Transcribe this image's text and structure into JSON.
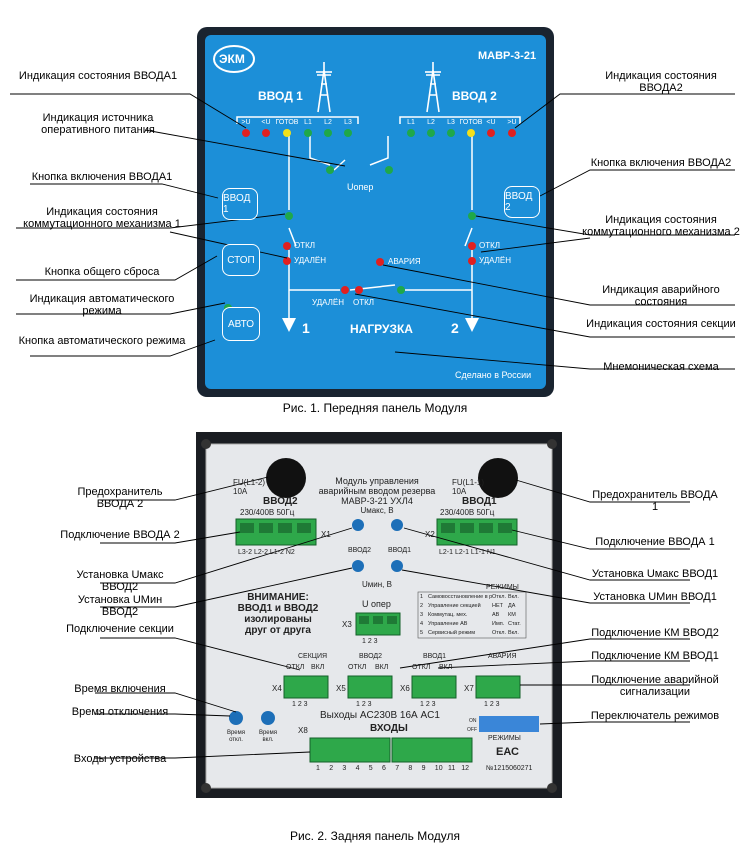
{
  "figure1": {
    "caption": "Рис. 1. Передняя панель Модуля",
    "panel": {
      "logo": "ЭКМ",
      "model": "МАВР-3-21",
      "input1": "ВВОД 1",
      "input2": "ВВОД 2",
      "leds_left": [
        ">U",
        "<U",
        "ГОТОВ",
        "L1",
        "L2",
        "L3"
      ],
      "leds_right": [
        "L1",
        "L2",
        "L3",
        "ГОТОВ",
        "<U",
        ">U"
      ],
      "uoper": "Uопер",
      "btn_input1": "ВВОД 1",
      "btn_input2": "ВВОД 2",
      "btn_stop": "СТОП",
      "btn_auto": "АВТО",
      "off": "ОТКЛ",
      "removed": "УДАЛЁН",
      "alarm": "АВАРИЯ",
      "bus_removed": "УДАЛЁН",
      "bus_off": "ОТКЛ",
      "num1": "1",
      "num2": "2",
      "load": "НАГРУЗКА",
      "made": "Сделано в России"
    },
    "labels_left": [
      "Индикация состояния ВВОДА1",
      "Индикация источника оперативного питания",
      "Кнопка включения ВВОДА1",
      "Индикация состояния коммутационного механизма 1",
      "Кнопка общего сброса",
      "Индикация автоматического режима",
      "Кнопка автоматического режима"
    ],
    "labels_right": [
      "Индикация состояния ВВОДА2",
      "Кнопка включения ВВОДА2",
      "Индикация состояния коммутационного механизма 2",
      "Индикация аварийного состояния",
      "Индикация состояния секции",
      "Мнемоническая схема"
    ]
  },
  "figure2": {
    "caption": "Рис. 2. Задняя панель Модуля",
    "labels_left": [
      "Предохранитель ВВОДА 2",
      "Подключение ВВОДА 2",
      "Установка Uмакс ВВОД2",
      "Установка UМин ВВОД2",
      "Подключение секции",
      "Время включения",
      "Время отключения",
      "Входы устройства"
    ],
    "labels_right": [
      "Предохранитель ВВОДА 1",
      "Подключение ВВОДА 1",
      "Установка Uмакс ВВОД1",
      "Установка UМин ВВОД1",
      "Подключение КМ ВВОД2",
      "Подключение КМ ВВОД1",
      "Подключение аварийной сигнализации",
      "Переключатель режимов"
    ],
    "panel": {
      "fu2": "FU(L1-2)\n10A",
      "fu1": "FU(L1-1)\n10A",
      "title": "Модуль управления\nаварийным вводом резерва\nМАВР-3-21 УХЛ4",
      "umax": "Uмакс, В",
      "umin": "Uмин, В",
      "input2": "ВВОД2",
      "input1": "ВВОД1",
      "rating": "230/400В 50Гц",
      "x1": "X1",
      "x2": "X2",
      "x1_pins": "L3-2  L2-2  L1-2  N2",
      "x2_pins": "L2-1  L2-1  L1-1  N1",
      "vvod2_small": "ВВОД2",
      "vvod1_small": "ВВОД1",
      "warning": "ВНИМАНИЕ:\nВВОД1 и ВВОД2\nизолированы\nдруг от друга",
      "uoper": "U опер",
      "x3": "X3",
      "x3_pins": "1  2  3",
      "modes_title": "РЕЖИМЫ",
      "modes": [
        {
          "n": "1",
          "t": "Самовосстановление в ручном режиме",
          "a": "Откл.",
          "b": "Вкл."
        },
        {
          "n": "2",
          "t": "Управление секцией",
          "a": "НЕТ",
          "b": "ДА"
        },
        {
          "n": "3",
          "t": "Коммутац. мех.",
          "a": "АВ",
          "b": "КМ"
        },
        {
          "n": "4",
          "t": "Управление АВ",
          "a": "Имп.",
          "b": "Стат."
        },
        {
          "n": "5",
          "t": "Сервисный режим",
          "a": "Откл.",
          "b": "Вкл."
        }
      ],
      "section": "СЕКЦИЯ",
      "alarm": "АВАРИЯ",
      "off": "ОТКЛ",
      "on": "ВКЛ",
      "x4": "X4",
      "x5": "X5",
      "x6": "X6",
      "x7": "X7",
      "x8": "X8",
      "pins123": "1  2  3",
      "outputs": "Выходы  AC230В  16А  AC1",
      "time_off": "Время\nоткл.",
      "time_on": "Время\nвкл.",
      "inputs": "ВХОДЫ",
      "input_pins": [
        "1",
        "2",
        "3",
        "4",
        "5",
        "6",
        "7",
        "8",
        "9",
        "10",
        "11",
        "12"
      ],
      "modes_label": "РЕЖИМЫ",
      "on_short": "ON",
      "off_short": "OFF",
      "eac": "ЕАС",
      "serial": "№1215060271"
    }
  },
  "colors": {
    "panel_blue": "#1c8fd8",
    "panel_dark": "#1a2430",
    "led_red": "#e02020",
    "led_green": "#1fa84a",
    "led_yellow": "#f2e01a",
    "terminal_green": "#2ea84a"
  }
}
